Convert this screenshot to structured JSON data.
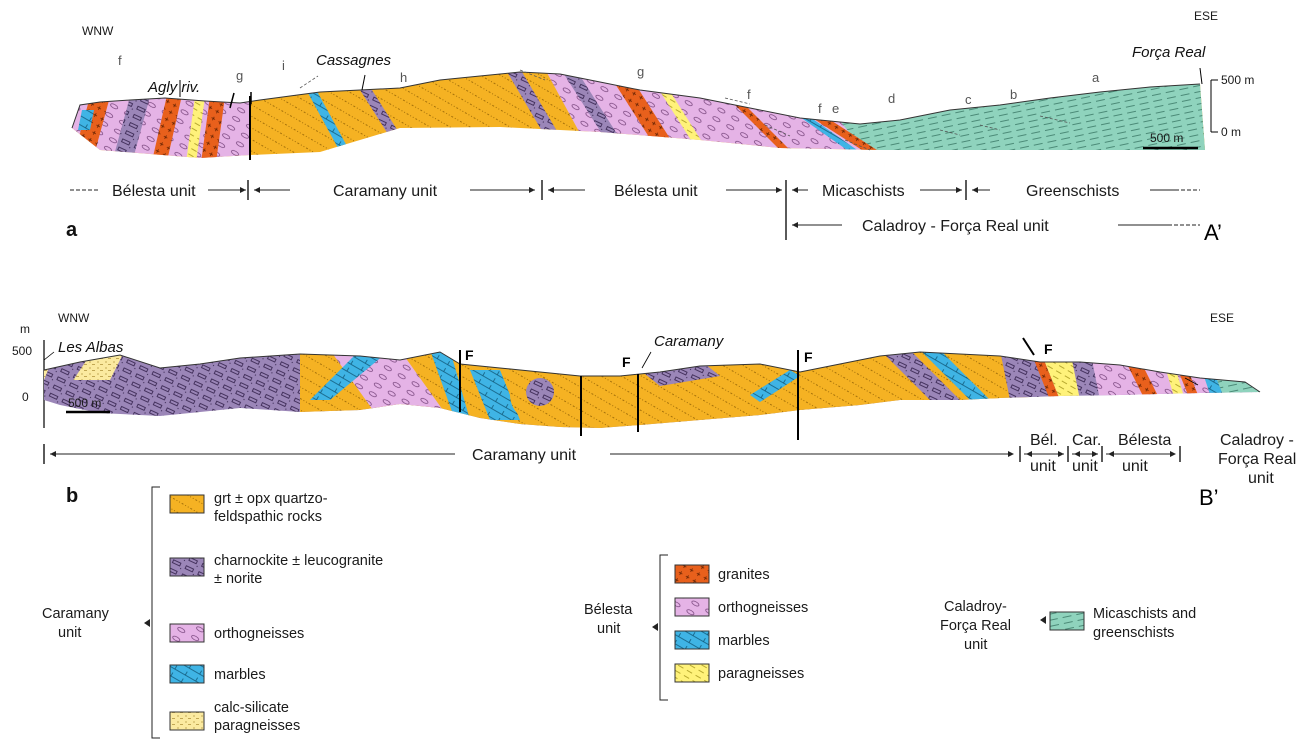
{
  "section_a": {
    "panel_label": "a",
    "wnw": "WNW",
    "ese": "ESE",
    "place_agly": "Agly riv.",
    "place_cassagnes": "Cassagnes",
    "place_forca": "Força Real",
    "letters": [
      "f",
      "g",
      "i",
      "h",
      "g",
      "f",
      "f",
      "e",
      "d",
      "c",
      "b",
      "a"
    ],
    "scale_500m_elev": "500 m",
    "scale_0m": "0 m",
    "scale_bar": "500 m",
    "units": [
      "Bélesta unit",
      "Caramany unit",
      "Bélesta unit",
      "Micaschists",
      "Greenschists"
    ],
    "unit_caladroy": "Caladroy - Força Real unit",
    "end_label": "A’"
  },
  "section_b": {
    "panel_label": "b",
    "wnw": "WNW",
    "ese": "ESE",
    "axis_m": "m",
    "axis_500": "500",
    "axis_0": "0",
    "place_albas": "Les Albas",
    "place_caramany": "Caramany",
    "fault": "F",
    "scale_bar": "500 m",
    "unit_caramany": "Caramany unit",
    "unit_bel_1": "Bél.",
    "unit_bel_2": "unit",
    "unit_car_1": "Car.",
    "unit_car_2": "unit",
    "unit_belesta_1": "Bélesta",
    "unit_belesta_2": "unit",
    "unit_cal_1": "Caladroy -",
    "unit_cal_2": "Força Real",
    "unit_cal_3": "unit",
    "end_label": "B’"
  },
  "legend": {
    "caramany_title_1": "Caramany",
    "caramany_title_2": "unit",
    "caramany_items": [
      {
        "line1": "grt ± opx quartzo-",
        "line2": "feldspathic rocks"
      },
      {
        "line1": "charnockite ± leucogranite",
        "line2": "± norite"
      },
      {
        "line1": "orthogneisses",
        "line2": ""
      },
      {
        "line1": "marbles",
        "line2": ""
      },
      {
        "line1": "calc-silicate",
        "line2": "paragneisses"
      }
    ],
    "belesta_title_1": "Bélesta",
    "belesta_title_2": "unit",
    "belesta_items": [
      "granites",
      "orthogneisses",
      "marbles",
      "paragneisses"
    ],
    "caladroy_title_1": "Caladroy-",
    "caladroy_title_2": "Força Real",
    "caladroy_title_3": "unit",
    "caladroy_item_1": "Micaschists and",
    "caladroy_item_2": "greenschists"
  },
  "colors": {
    "quartzofeldspathic": "#f5b223",
    "charnockite": "#9b86b8",
    "orthogneiss": "#e5b3e6",
    "marble": "#3fb4e5",
    "calc_silicate": "#fbeaa0",
    "granite": "#e8601c",
    "paragneiss": "#fff27a",
    "micaschist": "#8fd3bd"
  }
}
